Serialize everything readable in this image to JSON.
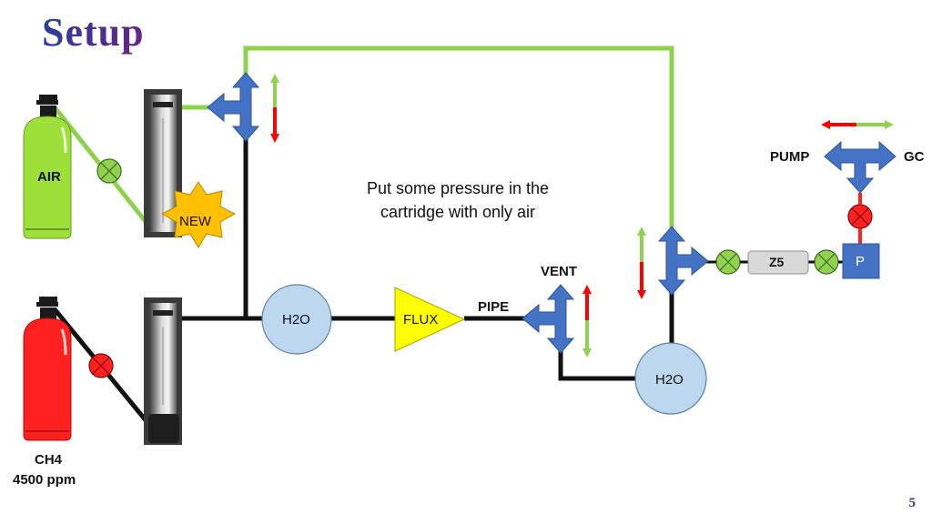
{
  "slide": {
    "title": "Setup",
    "page_number": "5"
  },
  "labels": {
    "air": "AIR",
    "new": "NEW",
    "ch4_line1": "CH4",
    "ch4_line2": "4500 ppm",
    "h2o_left": "H2O",
    "flux": "FLUX",
    "pipe": "PIPE",
    "vent": "VENT",
    "h2o_right": "H2O",
    "pump": "PUMP",
    "gc": "GC",
    "z5": "Z5",
    "p": "P"
  },
  "note": {
    "line1": "Put some pressure in the",
    "line2": "cartridge with only air"
  },
  "colors": {
    "air_line": "#8fd14f",
    "gas_line": "#000000",
    "valve_blue": "#4472c4",
    "tank_air": "#9de03a",
    "tank_ch4": "#ff2020",
    "circle_fill": "#bdd7ee",
    "flux_fill": "#ffff00",
    "new_fill": "#ffc000",
    "open_valve": "#92d050",
    "closed_valve": "#ff2020",
    "arrow_red": "#ff0000",
    "arrow_green": "#92d050"
  }
}
